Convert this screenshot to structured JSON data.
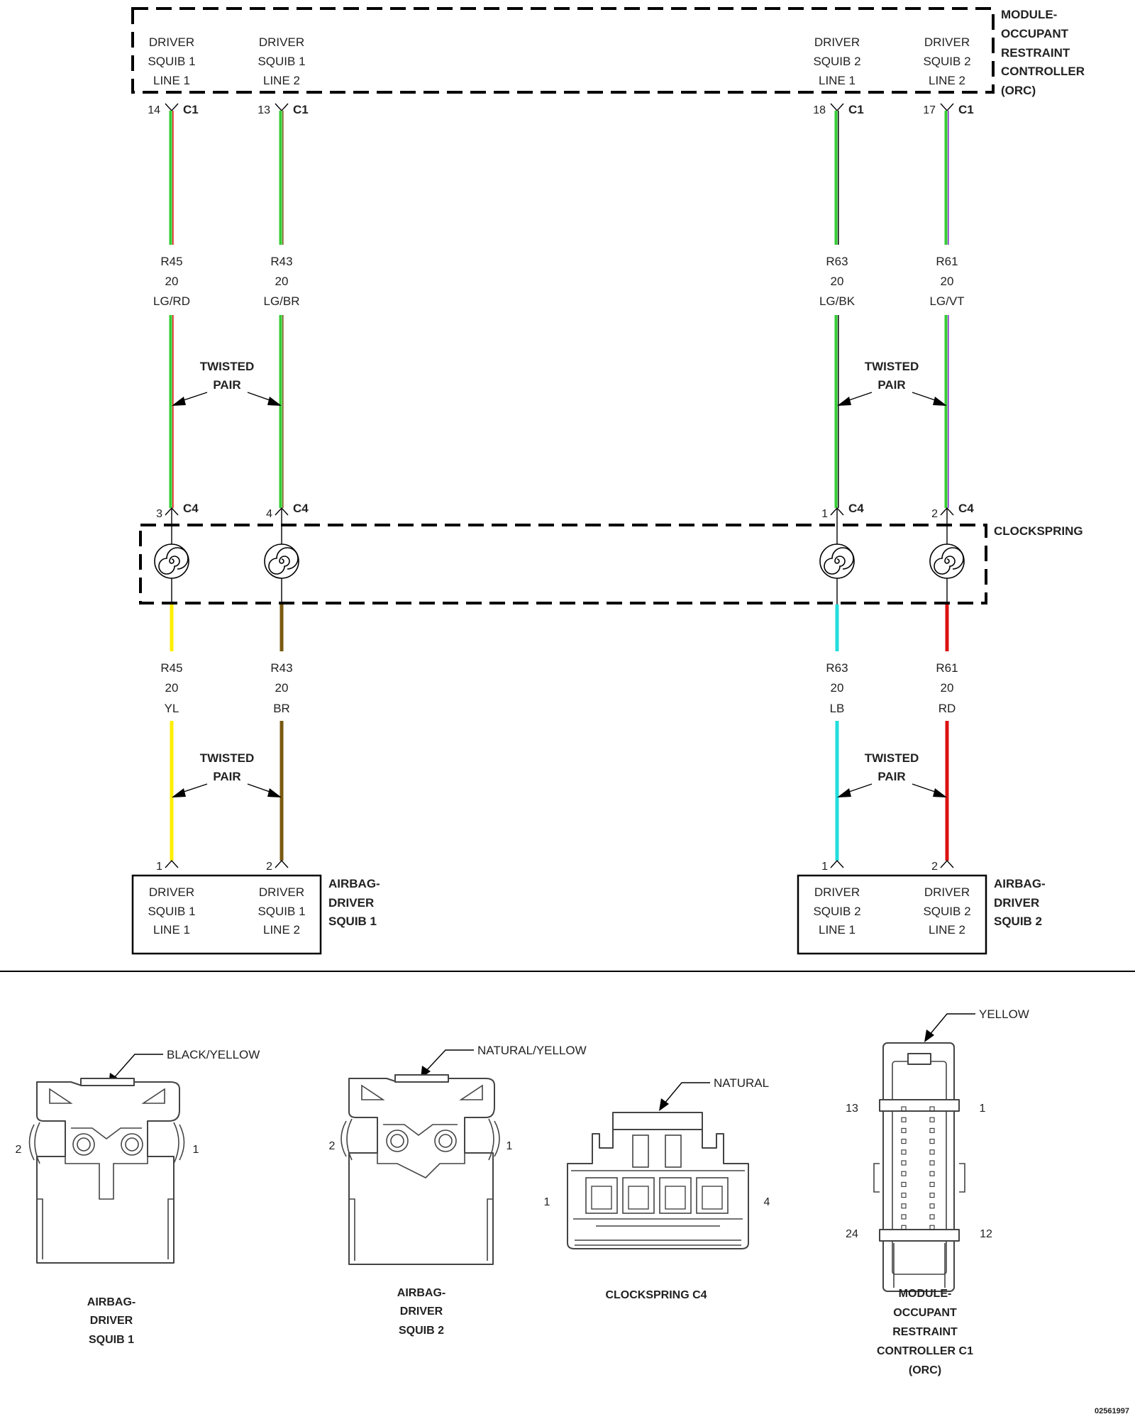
{
  "orc": {
    "title_lines": [
      "MODULE-",
      "OCCUPANT",
      "RESTRAINT",
      "CONTROLLER",
      "(ORC)"
    ],
    "pins": [
      {
        "lines": [
          "DRIVER",
          "SQUIB 1",
          "LINE 1"
        ],
        "cavity": "14",
        "connector": "C1"
      },
      {
        "lines": [
          "DRIVER",
          "SQUIB 1",
          "LINE 2"
        ],
        "cavity": "13",
        "connector": "C1"
      },
      {
        "lines": [
          "DRIVER",
          "SQUIB 2",
          "LINE 1"
        ],
        "cavity": "18",
        "connector": "C1"
      },
      {
        "lines": [
          "DRIVER",
          "SQUIB 2",
          "LINE 2"
        ],
        "cavity": "17",
        "connector": "C1"
      }
    ]
  },
  "upper_wires": [
    {
      "circuit": "R45",
      "gauge": "20",
      "color_code": "LG/RD",
      "base": "#33cc33",
      "tracer": "#dd1111"
    },
    {
      "circuit": "R43",
      "gauge": "20",
      "color_code": "LG/BR",
      "base": "#33cc33",
      "tracer": "#7a5a1a"
    },
    {
      "circuit": "R63",
      "gauge": "20",
      "color_code": "LG/BK",
      "base": "#33cc33",
      "tracer": "#111111"
    },
    {
      "circuit": "R61",
      "gauge": "20",
      "color_code": "LG/VT",
      "base": "#33cc33",
      "tracer": "#8833cc"
    }
  ],
  "twisted_pair_label": [
    "TWISTED",
    "PAIR"
  ],
  "clockspring": {
    "label": "CLOCKSPRING",
    "pins": [
      {
        "cavity": "3",
        "connector": "C4"
      },
      {
        "cavity": "4",
        "connector": "C4"
      },
      {
        "cavity": "1",
        "connector": "C4"
      },
      {
        "cavity": "2",
        "connector": "C4"
      }
    ]
  },
  "lower_wires": [
    {
      "circuit": "R45",
      "gauge": "20",
      "color_code": "YL",
      "base": "#ffee00"
    },
    {
      "circuit": "R43",
      "gauge": "20",
      "color_code": "BR",
      "base": "#7a5a10"
    },
    {
      "circuit": "R63",
      "gauge": "20",
      "color_code": "LB",
      "base": "#22dddd"
    },
    {
      "circuit": "R61",
      "gauge": "20",
      "color_code": "RD",
      "base": "#dd1111"
    }
  ],
  "squib1": {
    "title_lines": [
      "AIRBAG-",
      "DRIVER",
      "SQUIB 1"
    ],
    "pins": [
      {
        "cavity": "1",
        "lines": [
          "DRIVER",
          "SQUIB 1",
          "LINE 1"
        ]
      },
      {
        "cavity": "2",
        "lines": [
          "DRIVER",
          "SQUIB 1",
          "LINE 2"
        ]
      }
    ]
  },
  "squib2": {
    "title_lines": [
      "AIRBAG-",
      "DRIVER",
      "SQUIB 2"
    ],
    "pins": [
      {
        "cavity": "1",
        "lines": [
          "DRIVER",
          "SQUIB 2",
          "LINE 1"
        ]
      },
      {
        "cavity": "2",
        "lines": [
          "DRIVER",
          "SQUIB 2",
          "LINE 2"
        ]
      }
    ]
  },
  "connector_views": [
    {
      "color_label": "BLACK/YELLOW",
      "name_lines": [
        "AIRBAG-",
        "DRIVER",
        "SQUIB 1"
      ],
      "pin_left": "2",
      "pin_right": "1"
    },
    {
      "color_label": "NATURAL/YELLOW",
      "name_lines": [
        "AIRBAG-",
        "DRIVER",
        "SQUIB 2"
      ],
      "pin_left": "2",
      "pin_right": "1"
    },
    {
      "color_label": "NATURAL",
      "name_lines": [
        "CLOCKSPRING C4"
      ],
      "pin_left": "1",
      "pin_right": "4"
    },
    {
      "color_label": "YELLOW",
      "name_lines": [
        "MODULE-",
        "OCCUPANT",
        "RESTRAINT",
        "CONTROLLER C1",
        "(ORC)"
      ],
      "pin_top_left": "13",
      "pin_top_right": "1",
      "pin_bottom_left": "24",
      "pin_bottom_right": "12"
    }
  ],
  "figure_id": "02561997"
}
